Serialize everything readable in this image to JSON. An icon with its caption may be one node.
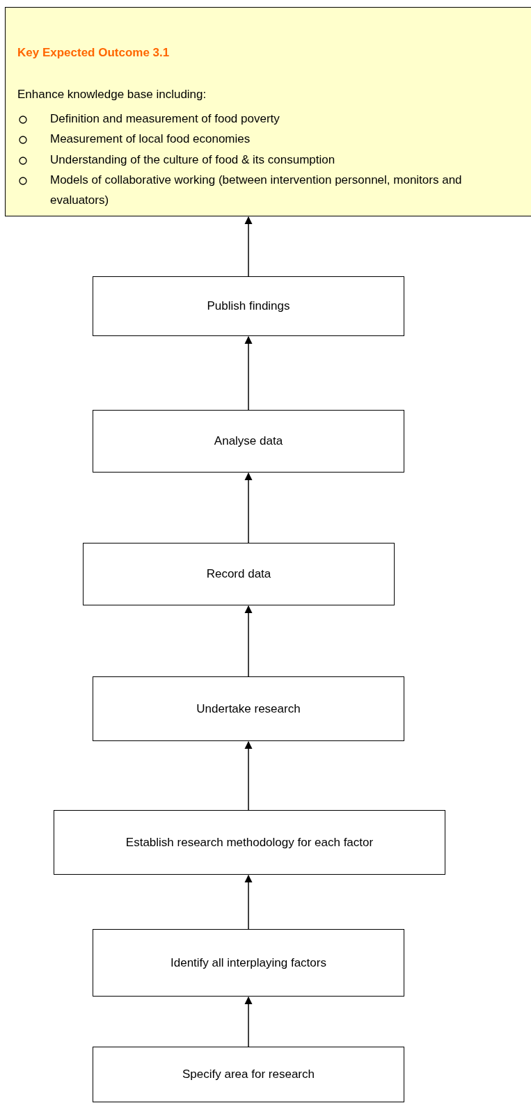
{
  "diagram": {
    "nodes": [
      {
        "text": [
          "Key Expected Outcome 3.1",
          "Enhance knowledge base including:",
          "Definition and measurement of food poverty",
          "Measurement of local food economies",
          "Understanding of the culture of food & its consumption",
          "Models of collaborative working (between intervention personnel, monitors and evaluators)"
        ]
      },
      {
        "text": [
          "Publish findings"
        ]
      },
      {
        "text": [
          "Analyse data"
        ]
      },
      {
        "text": [
          "Record data"
        ]
      },
      {
        "text": [
          "Undertake research"
        ]
      },
      {
        "text": [
          "Establish research methodology for each factor"
        ]
      },
      {
        "text": [
          "Identify all interplaying factors"
        ]
      },
      {
        "text": [
          "Specify area for research"
        ]
      }
    ],
    "edges": [
      {
        "from": 7,
        "to": 6,
        "arrow": "to"
      },
      {
        "from": 6,
        "to": 5,
        "arrow": "to"
      },
      {
        "from": 5,
        "to": 4,
        "arrow": "to"
      },
      {
        "from": 4,
        "to": 3,
        "arrow": "to"
      },
      {
        "from": 3,
        "to": 2,
        "arrow": "to"
      },
      {
        "from": 2,
        "to": 1,
        "arrow": "to"
      },
      {
        "from": 1,
        "to": 0,
        "arrow": "to"
      }
    ]
  }
}
